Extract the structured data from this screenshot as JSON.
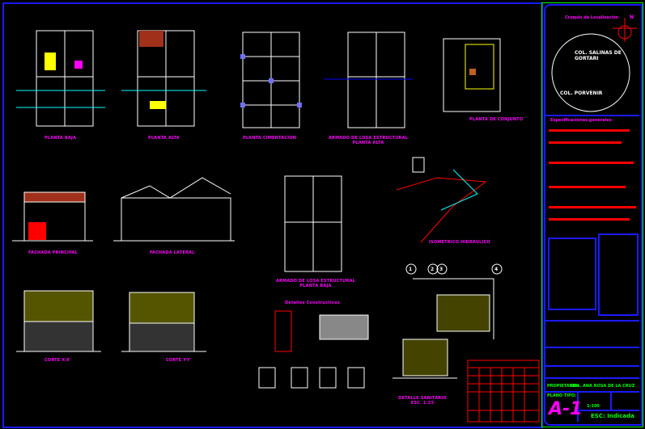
{
  "drawings": {
    "planta_baja": "PLANTA BAJA",
    "planta_alta": "PLANTA ALTA",
    "planta_cimentacion": "PLANTA CIMENTACION",
    "losa_alta": "ARMADO DE LOSA ESTRUCTURAL PLANTA ALTA",
    "planta_conjunto": "PLANTA DE CONJUNTO",
    "fachada_principal": "FACHADA PRINCIPAL",
    "fachada_lateral": "FACHADA LATERAL",
    "losa_baja": "ARMADO DE LOSA ESTRUCTURAL PLANTA BAJA",
    "isometrico": "ISOMETRICO HIDRAULICO",
    "corte_x": "CORTE X-X'",
    "corte_y": "CORTE Y-Y'",
    "detalles": "Detalles Constructivos",
    "detalle_sanitario": "DETALLE SANITARIO ESC. 1:25"
  },
  "axes": [
    "1",
    "2",
    "3",
    "4"
  ],
  "title_block": {
    "croquis": "Croquis de Localización",
    "north": "N",
    "col_1": "COL. SALINAS DE GORTARI",
    "col_2": "COL. PORVENIR",
    "especificaciones": "Especificaciones generales",
    "propietario_label": "PROPIETARIO:",
    "propietario_value": "SRA. ANA ROSA DE LA CRUZ",
    "plano_tipo": "PLANO TIPO:",
    "sheet": "A-1",
    "escala": "1:100",
    "esc_label": "ESC: Indicada"
  },
  "colors": {
    "frame": "#1a1aff",
    "accent": "#ff00ff",
    "green": "#00ff00",
    "red": "#ff0000"
  }
}
